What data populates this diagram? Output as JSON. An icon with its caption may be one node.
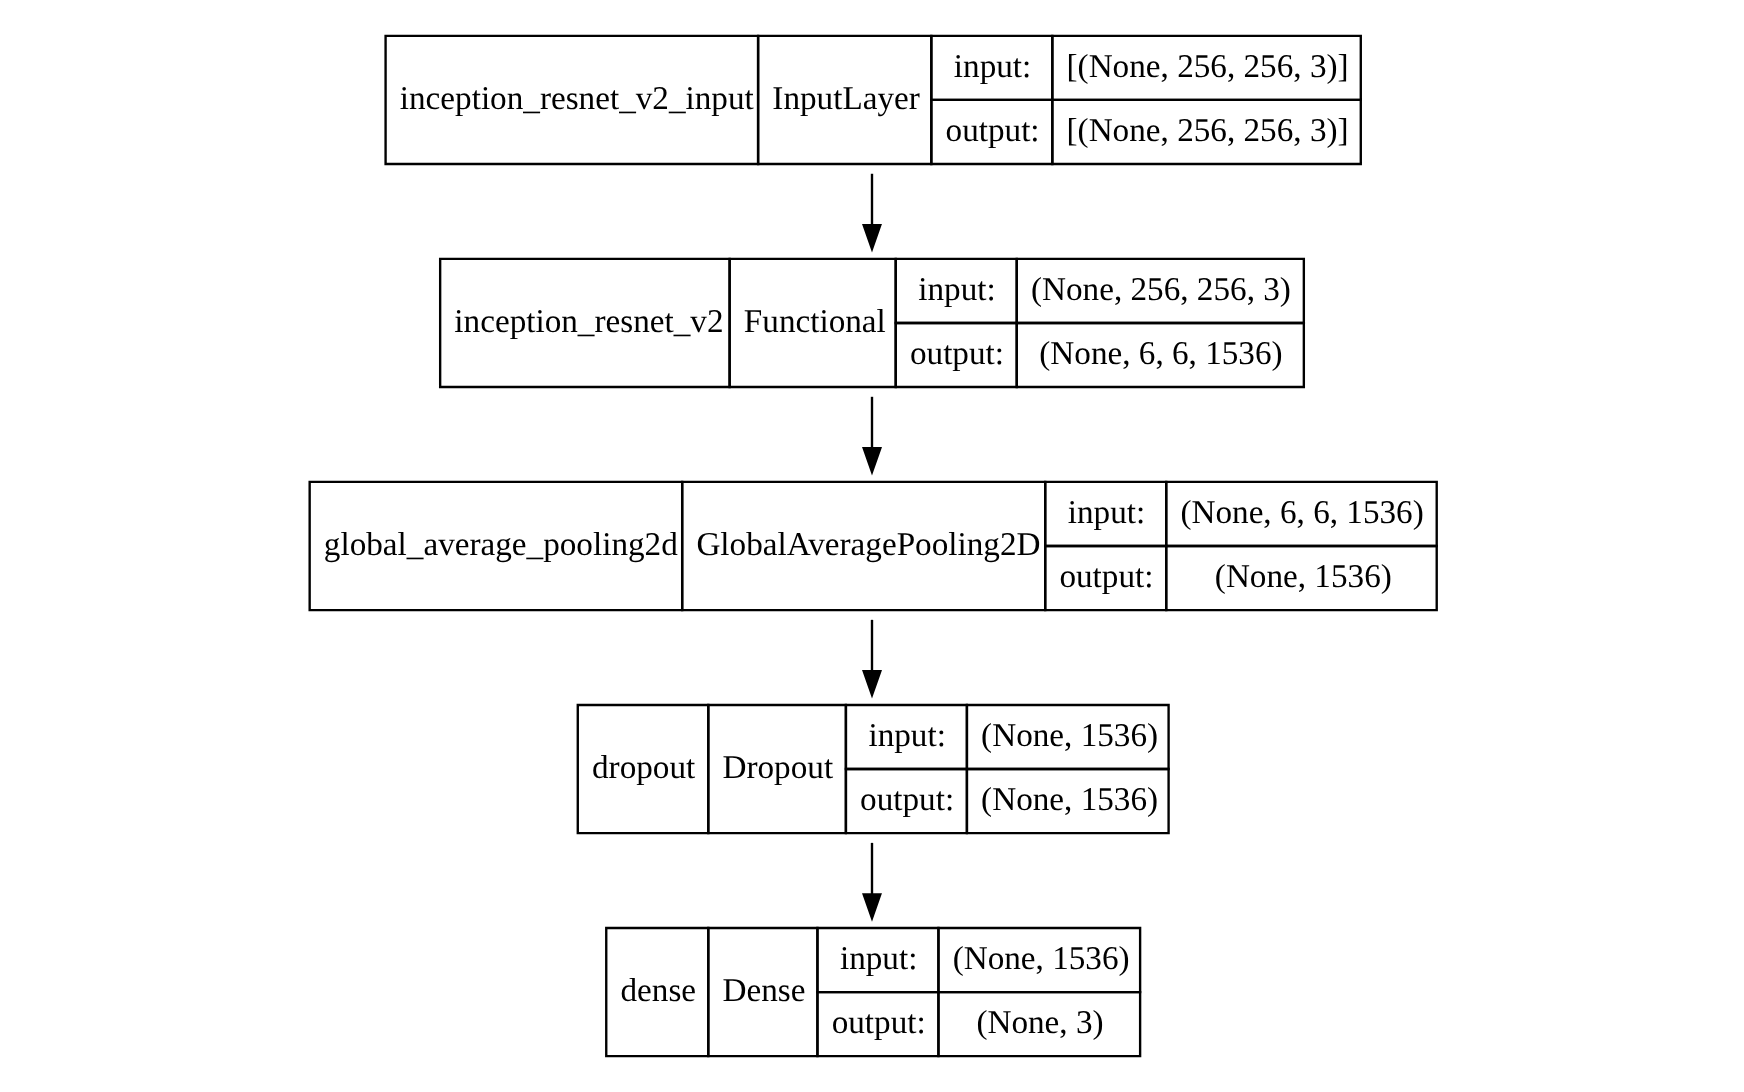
{
  "diagram": {
    "nodes": [
      {
        "text": [
          "inception_resnet_v2_input",
          "InputLayer",
          "input:",
          "[(None, 256, 256, 3)]",
          "output:",
          "[(None, 256, 256, 3)]"
        ]
      },
      {
        "text": [
          "inception_resnet_v2",
          "Functional",
          "input:",
          "(None, 256, 256, 3)",
          "output:",
          "(None, 6, 6, 1536)"
        ]
      },
      {
        "text": [
          "global_average_pooling2d",
          "GlobalAveragePooling2D",
          "input:",
          "(None, 6, 6, 1536)",
          "output:",
          "(None, 1536)"
        ]
      },
      {
        "text": [
          "dropout",
          "Dropout",
          "input:",
          "(None, 1536)",
          "output:",
          "(None, 1536)"
        ]
      },
      {
        "text": [
          "dense",
          "Dense",
          "input:",
          "(None, 1536)",
          "output:",
          "(None, 3)"
        ]
      }
    ],
    "edges": [
      {
        "from": 0,
        "to": 1,
        "arrow": "to"
      },
      {
        "from": 1,
        "to": 2,
        "arrow": "to"
      },
      {
        "from": 2,
        "to": 3,
        "arrow": "to"
      },
      {
        "from": 3,
        "to": 4,
        "arrow": "to"
      }
    ]
  }
}
